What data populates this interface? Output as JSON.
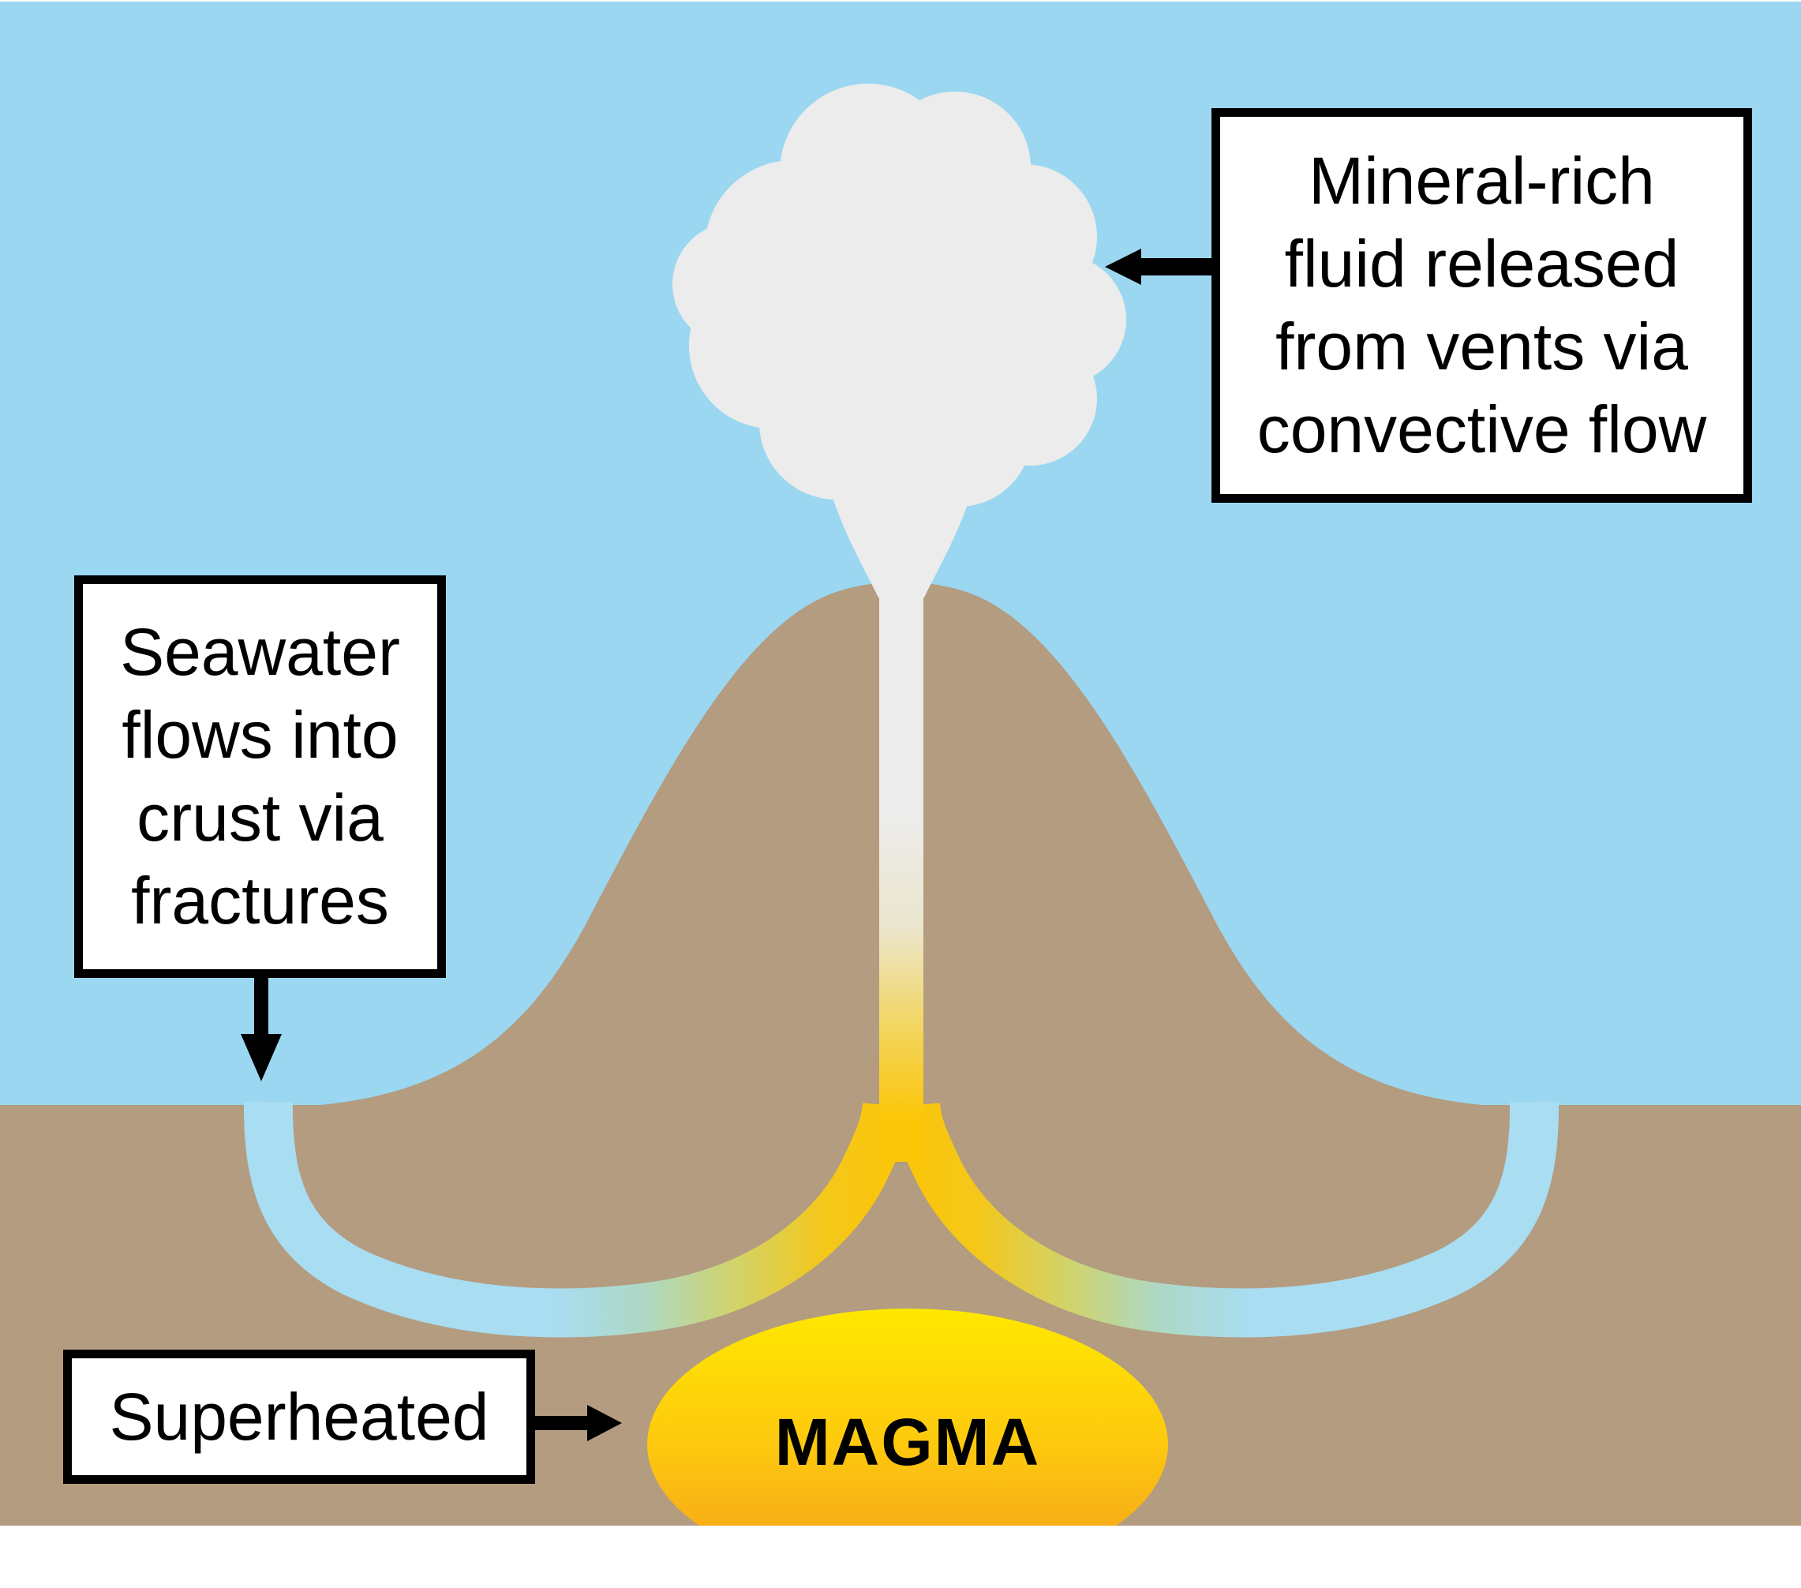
{
  "diagram": {
    "type": "hydrothermal-vent-cross-section",
    "labels": {
      "mineral_box": {
        "lines": [
          "Mineral-rich",
          "fluid released",
          "from vents via",
          "convective flow"
        ]
      },
      "seawater_box": {
        "lines": [
          "Seawater",
          "flows into",
          "crust via",
          "fractures"
        ]
      },
      "superheated_box": {
        "label": "Superheated"
      },
      "magma": "MAGMA"
    },
    "colors": {
      "sky_water": "#9bd7f1",
      "crust_brown": "#b39c80",
      "cloud_gray": "#ececec",
      "vent_white": "#ececec",
      "vent_cream": "#ebe6ce",
      "vent_yellow": "#f2d561",
      "vent_gold": "#fcc608",
      "channel_blue": "#a8ddf2",
      "channel_teal": "#aed8c2",
      "channel_green": "#cfd470",
      "channel_gold": "#f4c71a",
      "magma_top": "#ffe800",
      "magma_mid": "#fdc90e",
      "magma_bottom": "#f59d1e",
      "ink": "#000000",
      "box_background": "#ffffff",
      "box_border": "#000000"
    }
  }
}
